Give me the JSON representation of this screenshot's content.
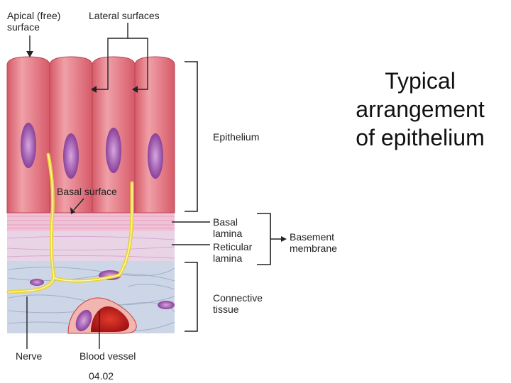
{
  "title": "Typical\narrangement\nof epithelium",
  "figure_number": "04.02",
  "labels": {
    "apical": "Apical (free)\nsurface",
    "lateral": "Lateral surfaces",
    "epithelium": "Epithelium",
    "basal_surface": "Basal surface",
    "basal_lamina": "Basal\nlamina",
    "reticular_lamina": "Reticular\nlamina",
    "basement_membrane": "Basement\nmembrane",
    "connective_tissue": "Connective\ntissue",
    "nerve": "Nerve",
    "blood_vessel": "Blood vessel"
  },
  "colors": {
    "cell": "#e06a78",
    "cell_highlight": "#f2a3ab",
    "nucleus": "#8a3a9a",
    "basal_lamina": "#efc2d6",
    "reticular_lamina": "#e9d4e6",
    "connective": "#cdd6e6",
    "nerve": "#f1e24a",
    "blood": "#c21a1a"
  }
}
